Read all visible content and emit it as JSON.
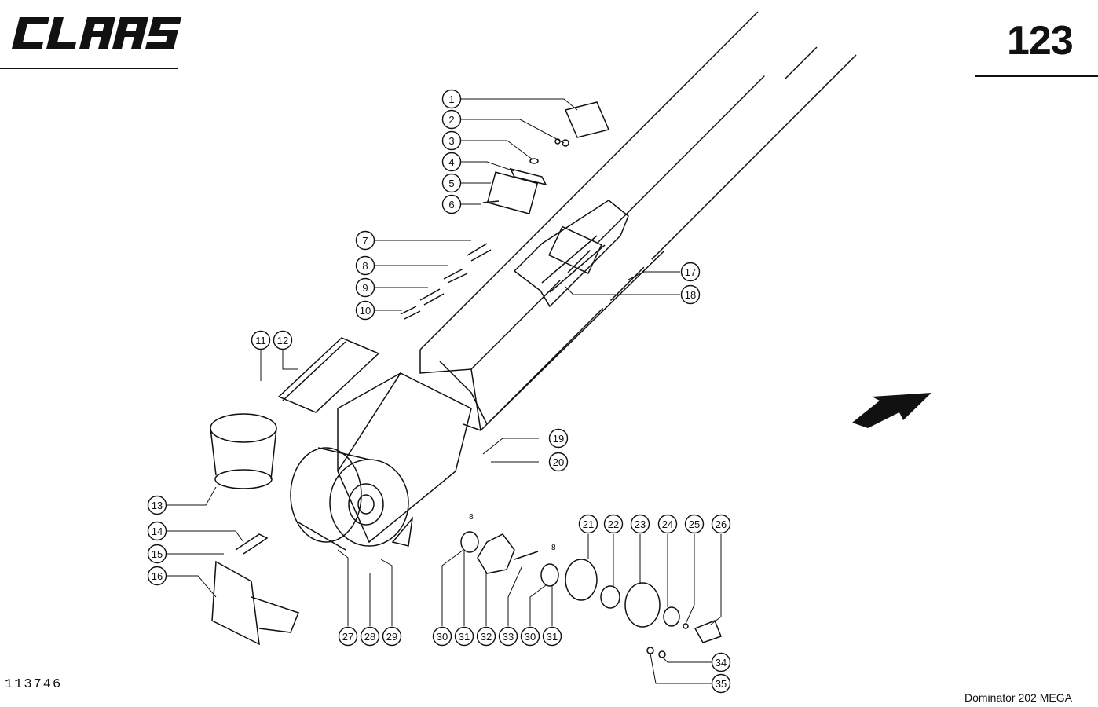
{
  "header": {
    "brand": "CLAAS",
    "page_number": "123"
  },
  "footer": {
    "document_id": "113746",
    "model": "Dominator  202 MEGA"
  },
  "callouts": [
    "1",
    "2",
    "3",
    "4",
    "5",
    "6",
    "7",
    "8",
    "9",
    "10",
    "11",
    "12",
    "13",
    "14",
    "15",
    "16",
    "17",
    "18",
    "19",
    "20",
    "21",
    "22",
    "23",
    "24",
    "25",
    "26",
    "27",
    "28",
    "29",
    "30",
    "31",
    "32",
    "33",
    "30",
    "31",
    "34",
    "35"
  ]
}
